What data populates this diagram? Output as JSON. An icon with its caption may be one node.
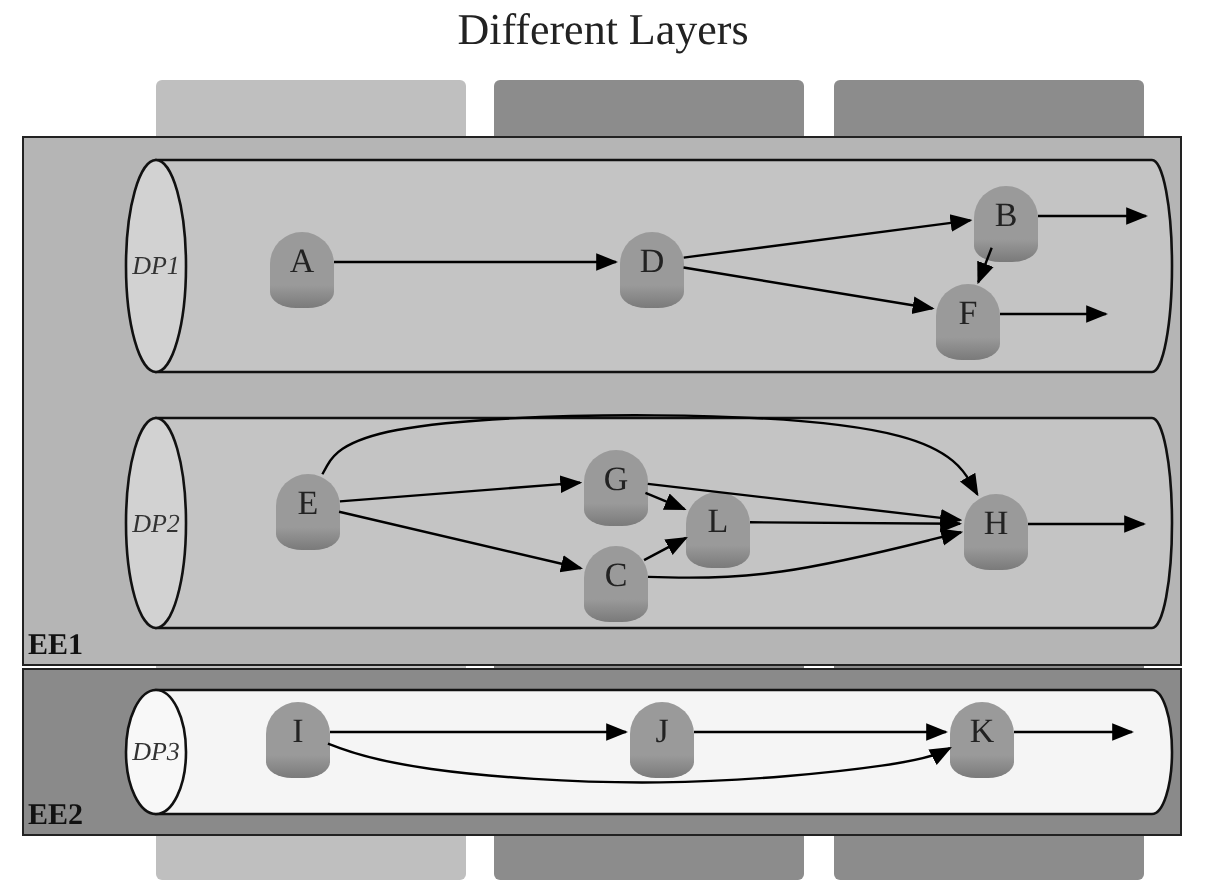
{
  "diagram": {
    "title": "Different Layers",
    "nodes": [
      {
        "text": [
          "EE1"
        ]
      },
      {
        "text": [
          "DP1"
        ],
        "in": 0
      },
      {
        "text": [
          "A"
        ],
        "in": 1
      },
      {
        "text": [
          "D"
        ],
        "in": 1
      },
      {
        "text": [
          "B"
        ],
        "in": 1
      },
      {
        "text": [
          "F"
        ],
        "in": 1
      },
      {
        "text": [
          "DP2"
        ],
        "in": 0
      },
      {
        "text": [
          "E"
        ],
        "in": 6
      },
      {
        "text": [
          "G"
        ],
        "in": 6
      },
      {
        "text": [
          "L"
        ],
        "in": 6
      },
      {
        "text": [
          "C"
        ],
        "in": 6
      },
      {
        "text": [
          "H"
        ],
        "in": 6
      },
      {
        "text": [
          "EE2"
        ]
      },
      {
        "text": [
          "DP3"
        ],
        "in": 12
      },
      {
        "text": [
          "I"
        ],
        "in": 13
      },
      {
        "text": [
          "J"
        ],
        "in": 13
      },
      {
        "text": [
          "K"
        ],
        "in": 13
      }
    ],
    "edges": [
      {
        "from": 2,
        "to": 3,
        "arrow": "to"
      },
      {
        "from": 3,
        "to": 4,
        "arrow": "to"
      },
      {
        "from": 3,
        "to": 5,
        "arrow": "to"
      },
      {
        "from": 4,
        "to": 5,
        "arrow": "to"
      },
      {
        "from": 4,
        "to": null,
        "arrow": "to"
      },
      {
        "from": 5,
        "to": null,
        "arrow": "to"
      },
      {
        "from": 7,
        "to": 8,
        "arrow": "to"
      },
      {
        "from": 7,
        "to": 10,
        "arrow": "to"
      },
      {
        "from": 7,
        "to": 11,
        "arrow": "to"
      },
      {
        "from": 8,
        "to": 9,
        "arrow": "to"
      },
      {
        "from": 8,
        "to": 11,
        "arrow": "to"
      },
      {
        "from": 10,
        "to": 9,
        "arrow": "to"
      },
      {
        "from": 10,
        "to": 11,
        "arrow": "to"
      },
      {
        "from": 9,
        "to": 11,
        "arrow": "to"
      },
      {
        "from": 11,
        "to": null,
        "arrow": "to"
      },
      {
        "from": 14,
        "to": 15,
        "arrow": "to"
      },
      {
        "from": 15,
        "to": 16,
        "arrow": "to"
      },
      {
        "from": 14,
        "to": 16,
        "arrow": "to"
      },
      {
        "from": 16,
        "to": null,
        "arrow": "to"
      }
    ]
  }
}
